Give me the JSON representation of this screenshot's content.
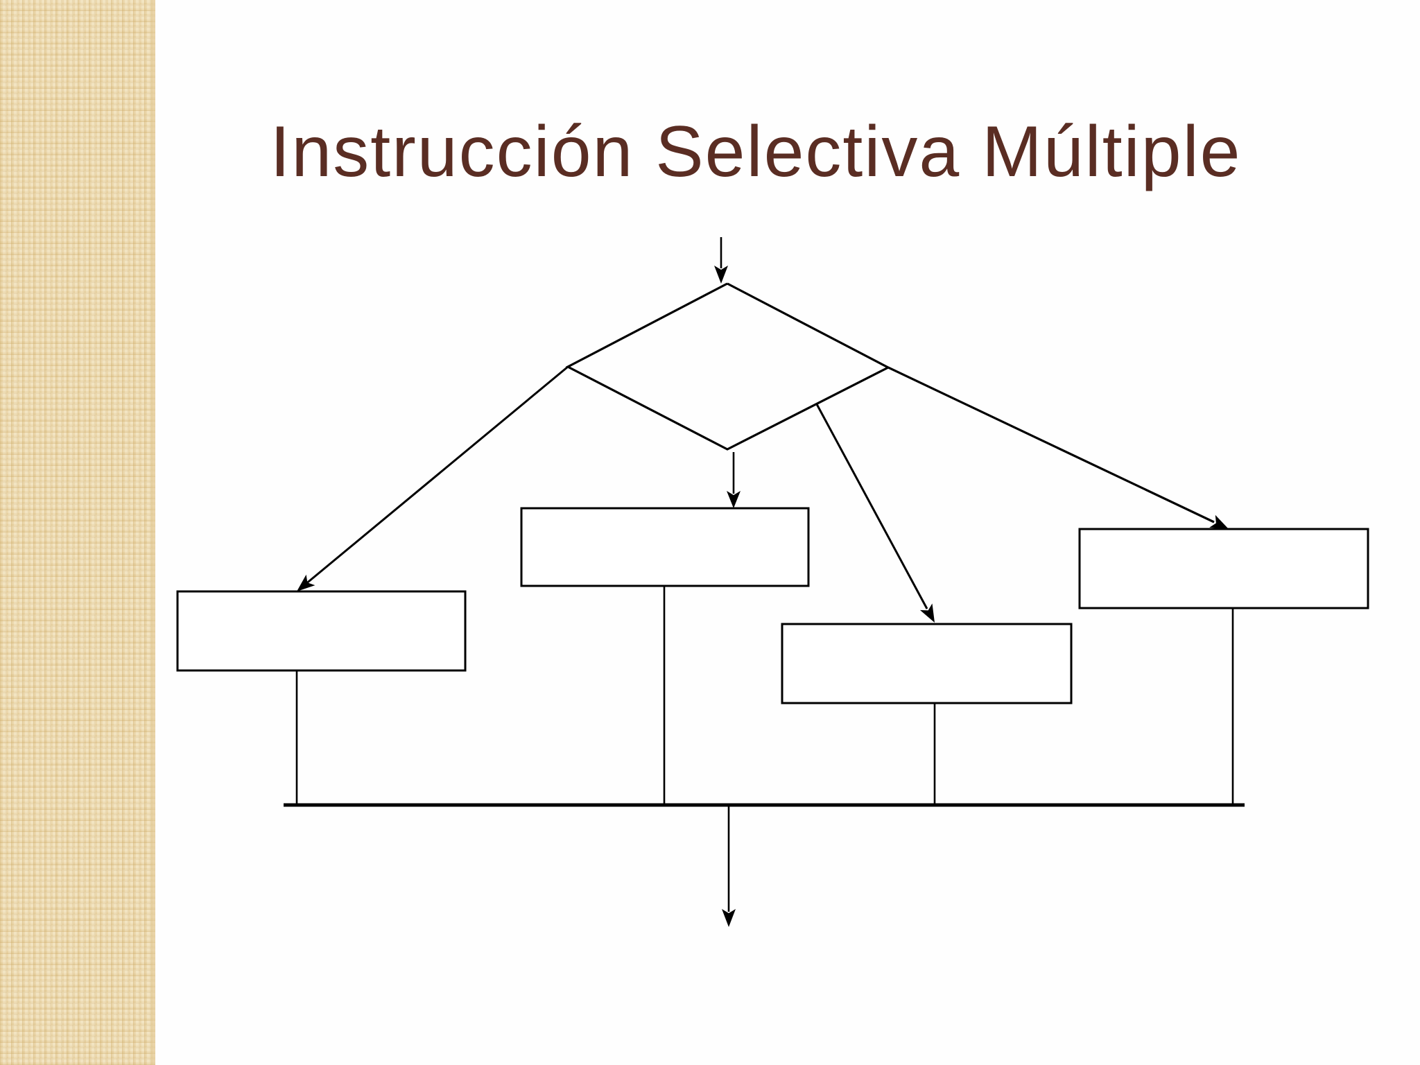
{
  "slide": {
    "title": "Instrucción Selectiva Múltiple"
  },
  "theme": {
    "background": "#fefefe",
    "title_color": "#5a2d23",
    "sidebar_base_color": "#eedcb2",
    "sidebar_light_color": "#f6edd2",
    "sidebar_dark_color": "#e0c89a",
    "line_color": "#000000",
    "shape_fill": "#ffffff"
  },
  "diagram": {
    "type": "flowchart",
    "decision": {
      "shape": "diamond",
      "label": ""
    },
    "cases": [
      {
        "id": "case-1",
        "shape": "rectangle",
        "label": ""
      },
      {
        "id": "case-2",
        "shape": "rectangle",
        "label": ""
      },
      {
        "id": "case-3",
        "shape": "rectangle",
        "label": ""
      },
      {
        "id": "case-4",
        "shape": "rectangle",
        "label": ""
      }
    ],
    "connectors": [
      "entry-arrow-into-decision",
      "branch-arrow-to-case-1",
      "branch-arrow-to-case-2",
      "branch-arrow-to-case-3",
      "branch-arrow-to-case-4",
      "merge-collector-line",
      "exit-arrow"
    ]
  }
}
